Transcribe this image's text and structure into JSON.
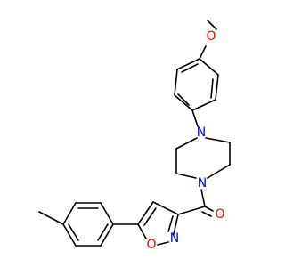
{
  "atoms": {
    "o_methoxy": "O",
    "n_piperazine_top": "N",
    "n_piperazine_bottom": "N",
    "o_carbonyl": "O",
    "n_isoxazole": "N",
    "o_isoxazole": "O"
  },
  "colors": {
    "bond": "#000000",
    "oxygen": "#ff0000",
    "nitrogen": "#0000ff"
  }
}
